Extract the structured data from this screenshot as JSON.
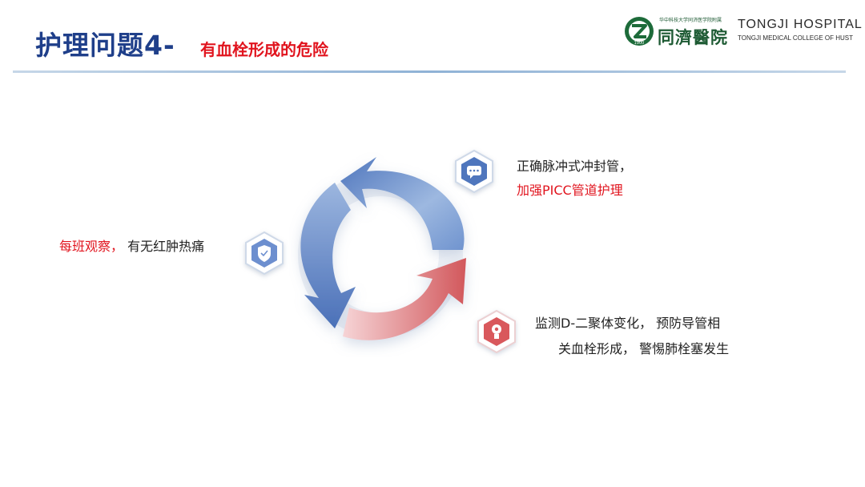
{
  "header": {
    "title": "护理问题4-",
    "subtitle": "有血栓形成的危险"
  },
  "logo": {
    "cn_name": "同濟醫院",
    "en_name": "TONGJI HOSPITAL",
    "en_sub": "TONGJI MEDICAL COLLEGE OF HUST",
    "small_text": "华中科技大学同济医学院附属",
    "badge_year": "1900"
  },
  "items": {
    "top_right": {
      "line1": "正确脉冲式冲封管，",
      "line2": "加强PICC管道护理",
      "icon": "chat-bubble-icon"
    },
    "left": {
      "red_part": "每班观察，",
      "normal_part": "有无红肿热痛",
      "icon": "shield-check-icon"
    },
    "bottom_right": {
      "line1": "监测D-二聚体变化， 预防导管相",
      "line2": "关血栓形成， 警惕肺栓塞发生",
      "icon": "bulb-gear-icon"
    }
  },
  "colors": {
    "title_blue": "#1f3f8a",
    "accent_red": "#e1141e",
    "arrow_blue": "#5b82c4",
    "arrow_red": "#dc6a6d"
  }
}
